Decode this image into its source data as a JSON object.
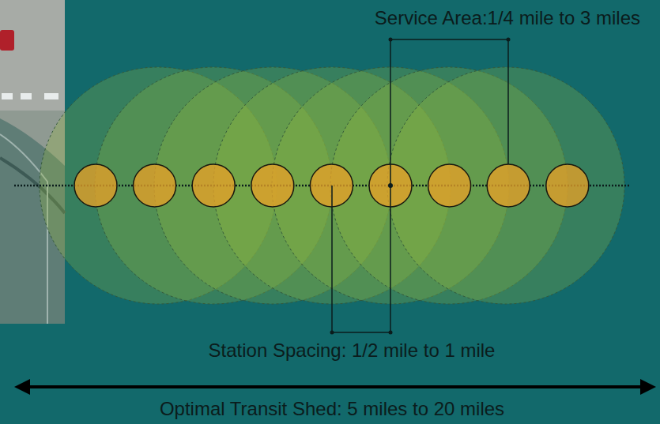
{
  "diagram": {
    "labels": [
      "Service Area:1/4 mile to 3 miles",
      "Station Spacing: 1/2 mile to 1 mile",
      "Optimal Transit Shed: 5 miles to 20 miles"
    ]
  }
}
